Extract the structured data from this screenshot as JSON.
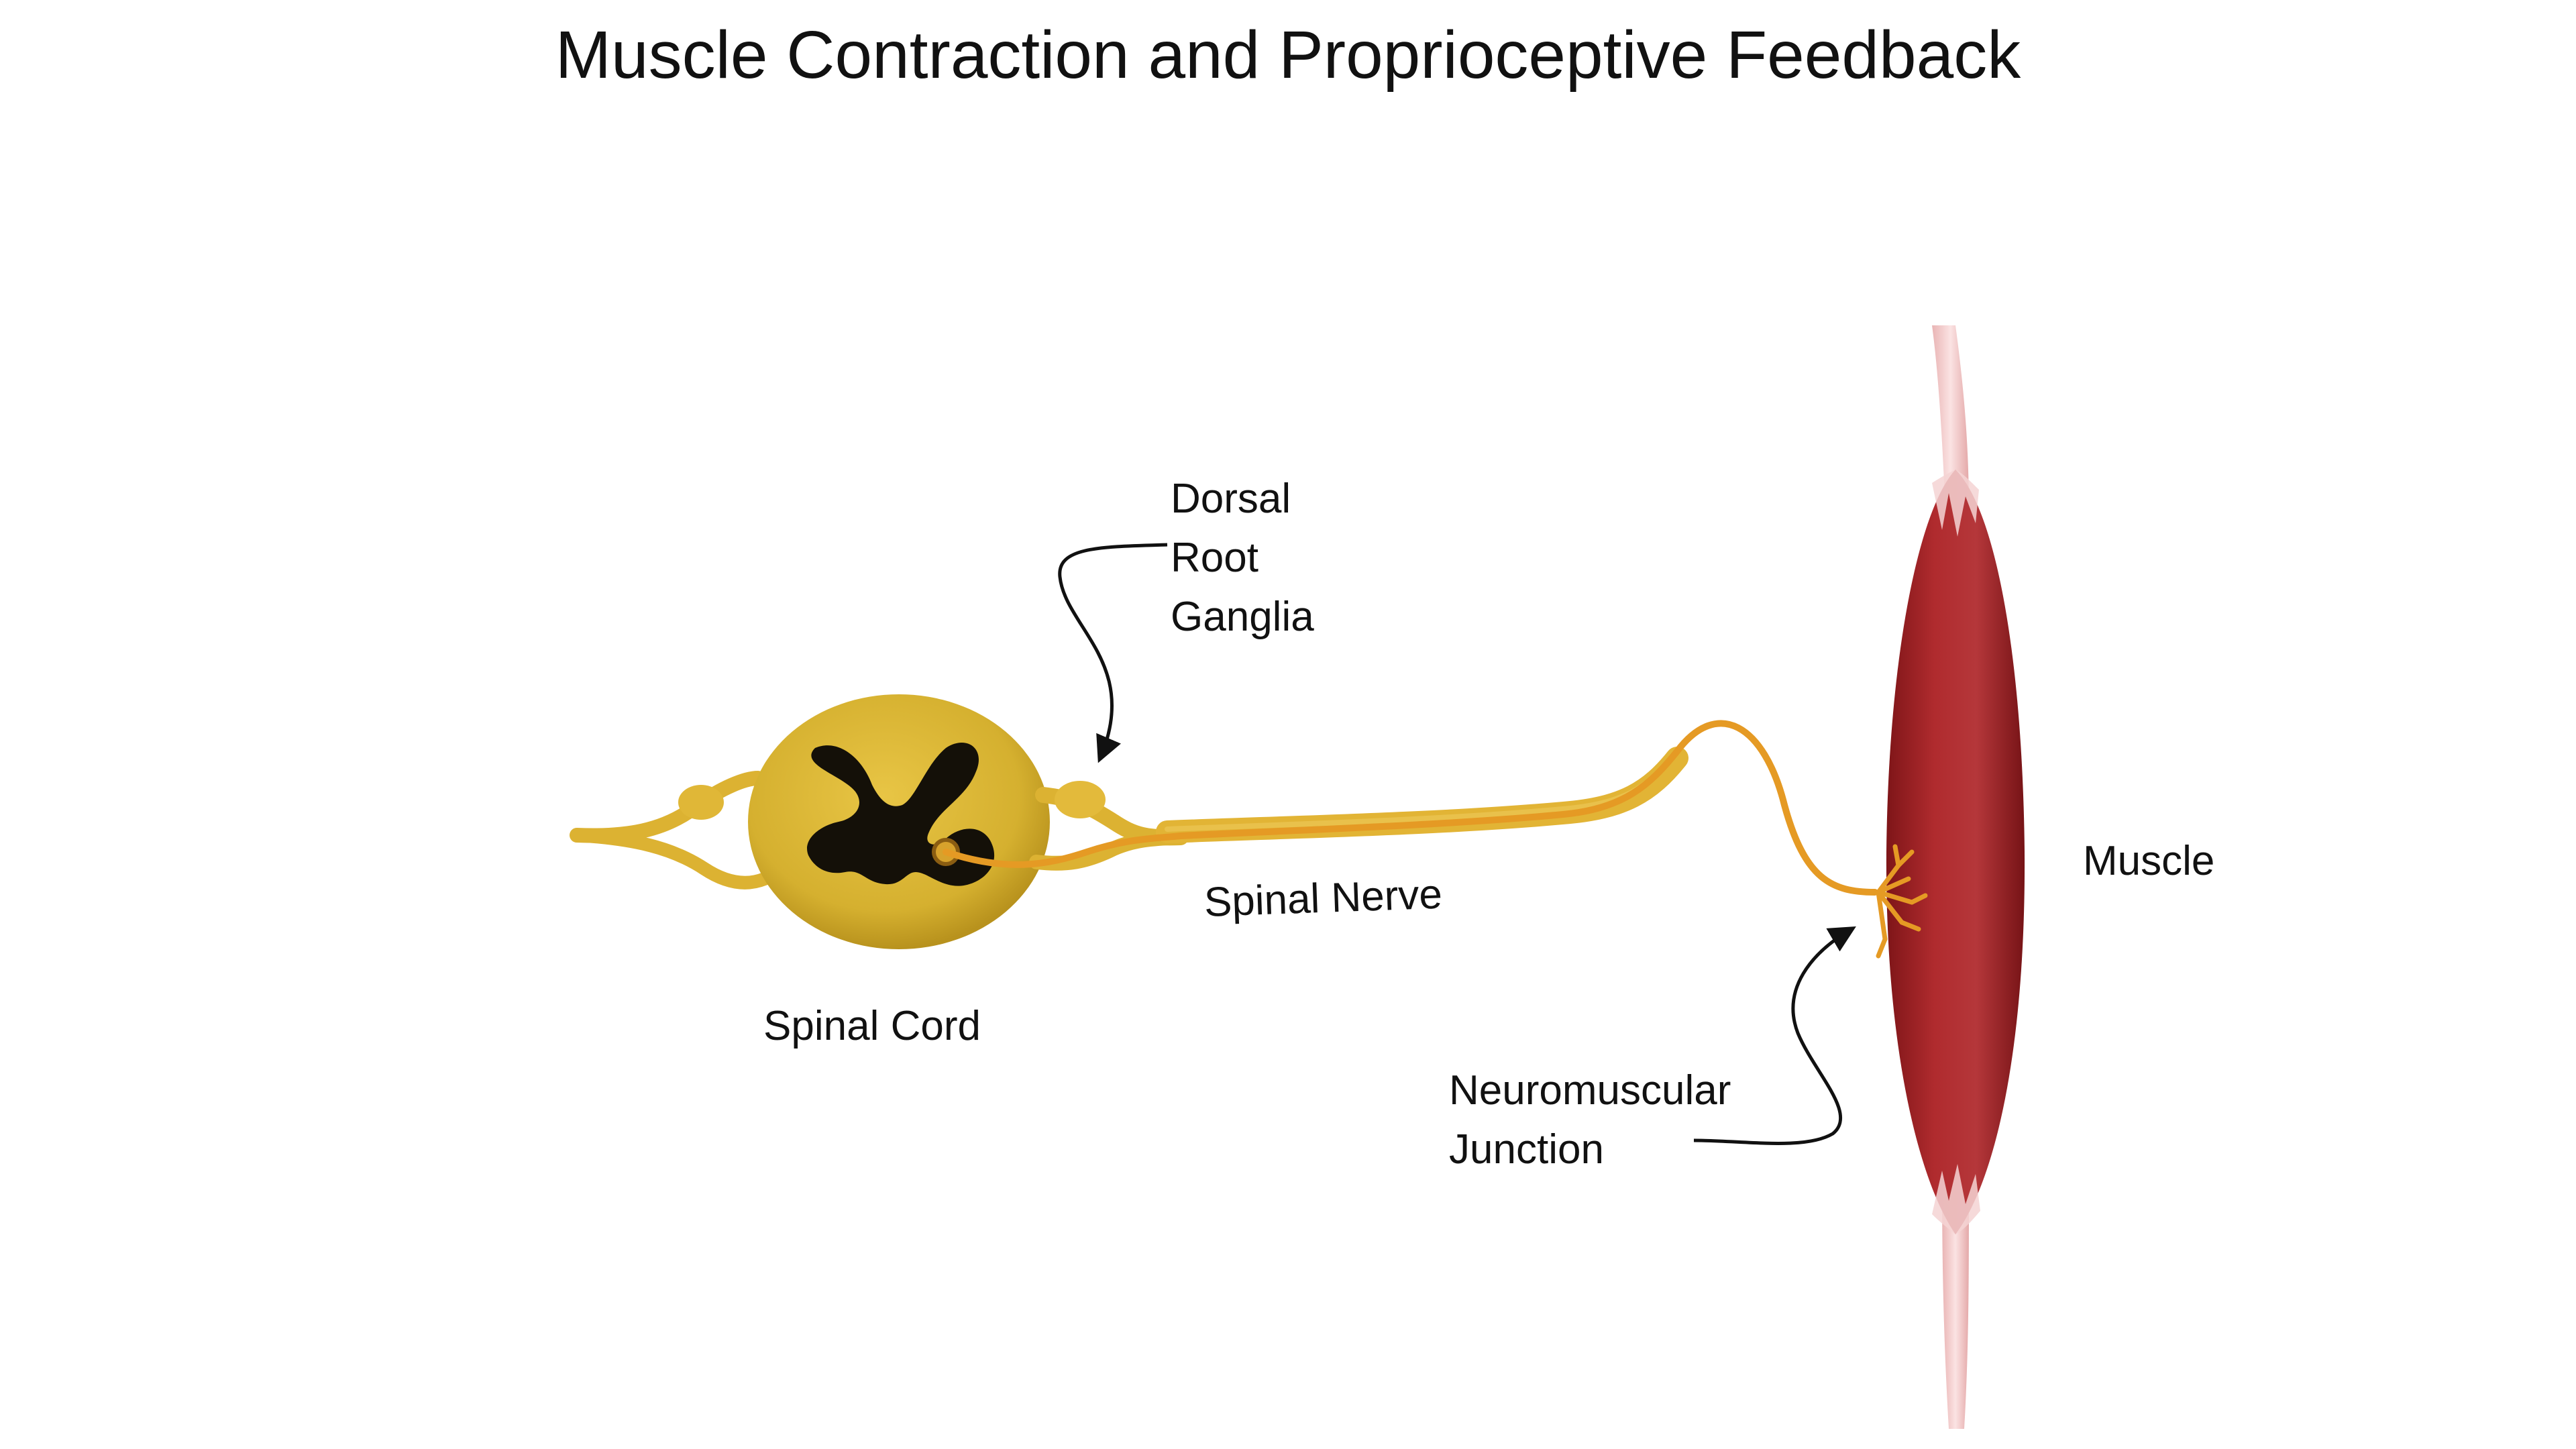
{
  "title": "Muscle Contraction and Proprioceptive Feedback",
  "labels": {
    "dorsal_root_ganglia": [
      "Dorsal",
      "Root",
      "Ganglia"
    ],
    "spinal_nerve": "Spinal Nerve",
    "spinal_cord": "Spinal Cord",
    "neuromuscular_junction": [
      "Neuromuscular",
      "Junction"
    ],
    "muscle": "Muscle"
  },
  "colors": {
    "nerve": "#e2b435",
    "spinal_cord": "#dcb734",
    "grey_matter": "#141008",
    "muscle": "#a52326",
    "tendon": "#f2c9c9",
    "axon": "#e59a24"
  }
}
